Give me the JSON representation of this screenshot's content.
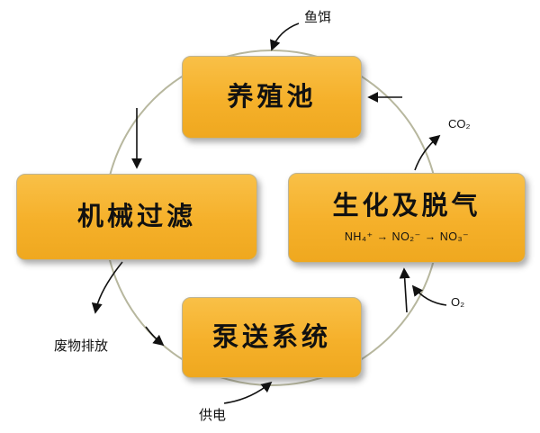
{
  "diagram": {
    "nodes": {
      "pond": {
        "label": "养殖池"
      },
      "filter": {
        "label": "机械过滤"
      },
      "bio": {
        "label": "生化及脱气",
        "sublabel": "NH₄⁺ → NO₂⁻ → NO₃⁻"
      },
      "pump": {
        "label": "泵送系统"
      }
    },
    "annotations": {
      "feed": "鱼饵",
      "co2": "CO₂",
      "o2": "O₂",
      "waste": "废物排放",
      "power": "供电"
    },
    "flow": [
      "养殖池",
      "机械过滤",
      "泵送系统",
      "生化及脱气",
      "养殖池"
    ],
    "colors": {
      "box_fill": "#f5b02a",
      "circle_stroke": "#b7b79e",
      "arrow": "#111111"
    }
  }
}
